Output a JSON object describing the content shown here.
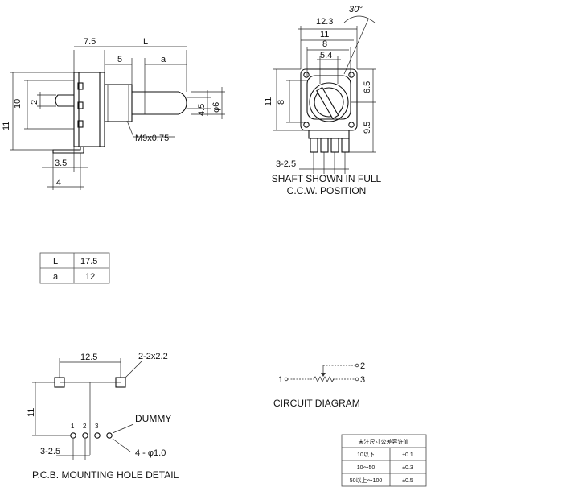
{
  "side_view": {
    "dims": {
      "d75": "7.5",
      "dL": "L",
      "d5": "5",
      "da": "a",
      "d10": "10",
      "d2": "2",
      "d11": "11",
      "d45": "4.5",
      "d6": "φ6",
      "d35": "3.5",
      "d4": "4"
    },
    "thread_label": "M9x0.75"
  },
  "front_view": {
    "dims": {
      "d123": "12.3",
      "d11top": "11",
      "d8top": "8",
      "d54": "5.4",
      "d30": "30°",
      "d11left": "11",
      "d8left": "8",
      "d65": "6.5",
      "d95": "9.5",
      "d325": "3-2.5"
    },
    "caption_line1": "SHAFT SHOWN IN FULL",
    "caption_line2": "C.C.W. POSITION"
  },
  "size_table": [
    {
      "key": "L",
      "value": "17.5"
    },
    {
      "key": "a",
      "value": "12"
    }
  ],
  "pcb": {
    "dims": {
      "d125": "12.5",
      "d222": "2-2x2.2",
      "d11": "11",
      "d325": "3-2.5"
    },
    "pins": [
      "1",
      "2",
      "3"
    ],
    "dummy_label": "DUMMY",
    "hole_label": "4 - φ1.0",
    "caption": "P.C.B. MOUNTING HOLE DETAIL"
  },
  "circuit": {
    "pin1": "1",
    "pin2": "2",
    "pin3": "3",
    "caption": "CIRCUIT DIAGRAM"
  },
  "tolerance_table": {
    "header": "未注尺寸公差容许值",
    "rows": [
      {
        "range": "10以下",
        "tol": "±0.1"
      },
      {
        "range": "10～50",
        "tol": "±0.3"
      },
      {
        "range": "50以上～100",
        "tol": "±0.5"
      }
    ]
  }
}
